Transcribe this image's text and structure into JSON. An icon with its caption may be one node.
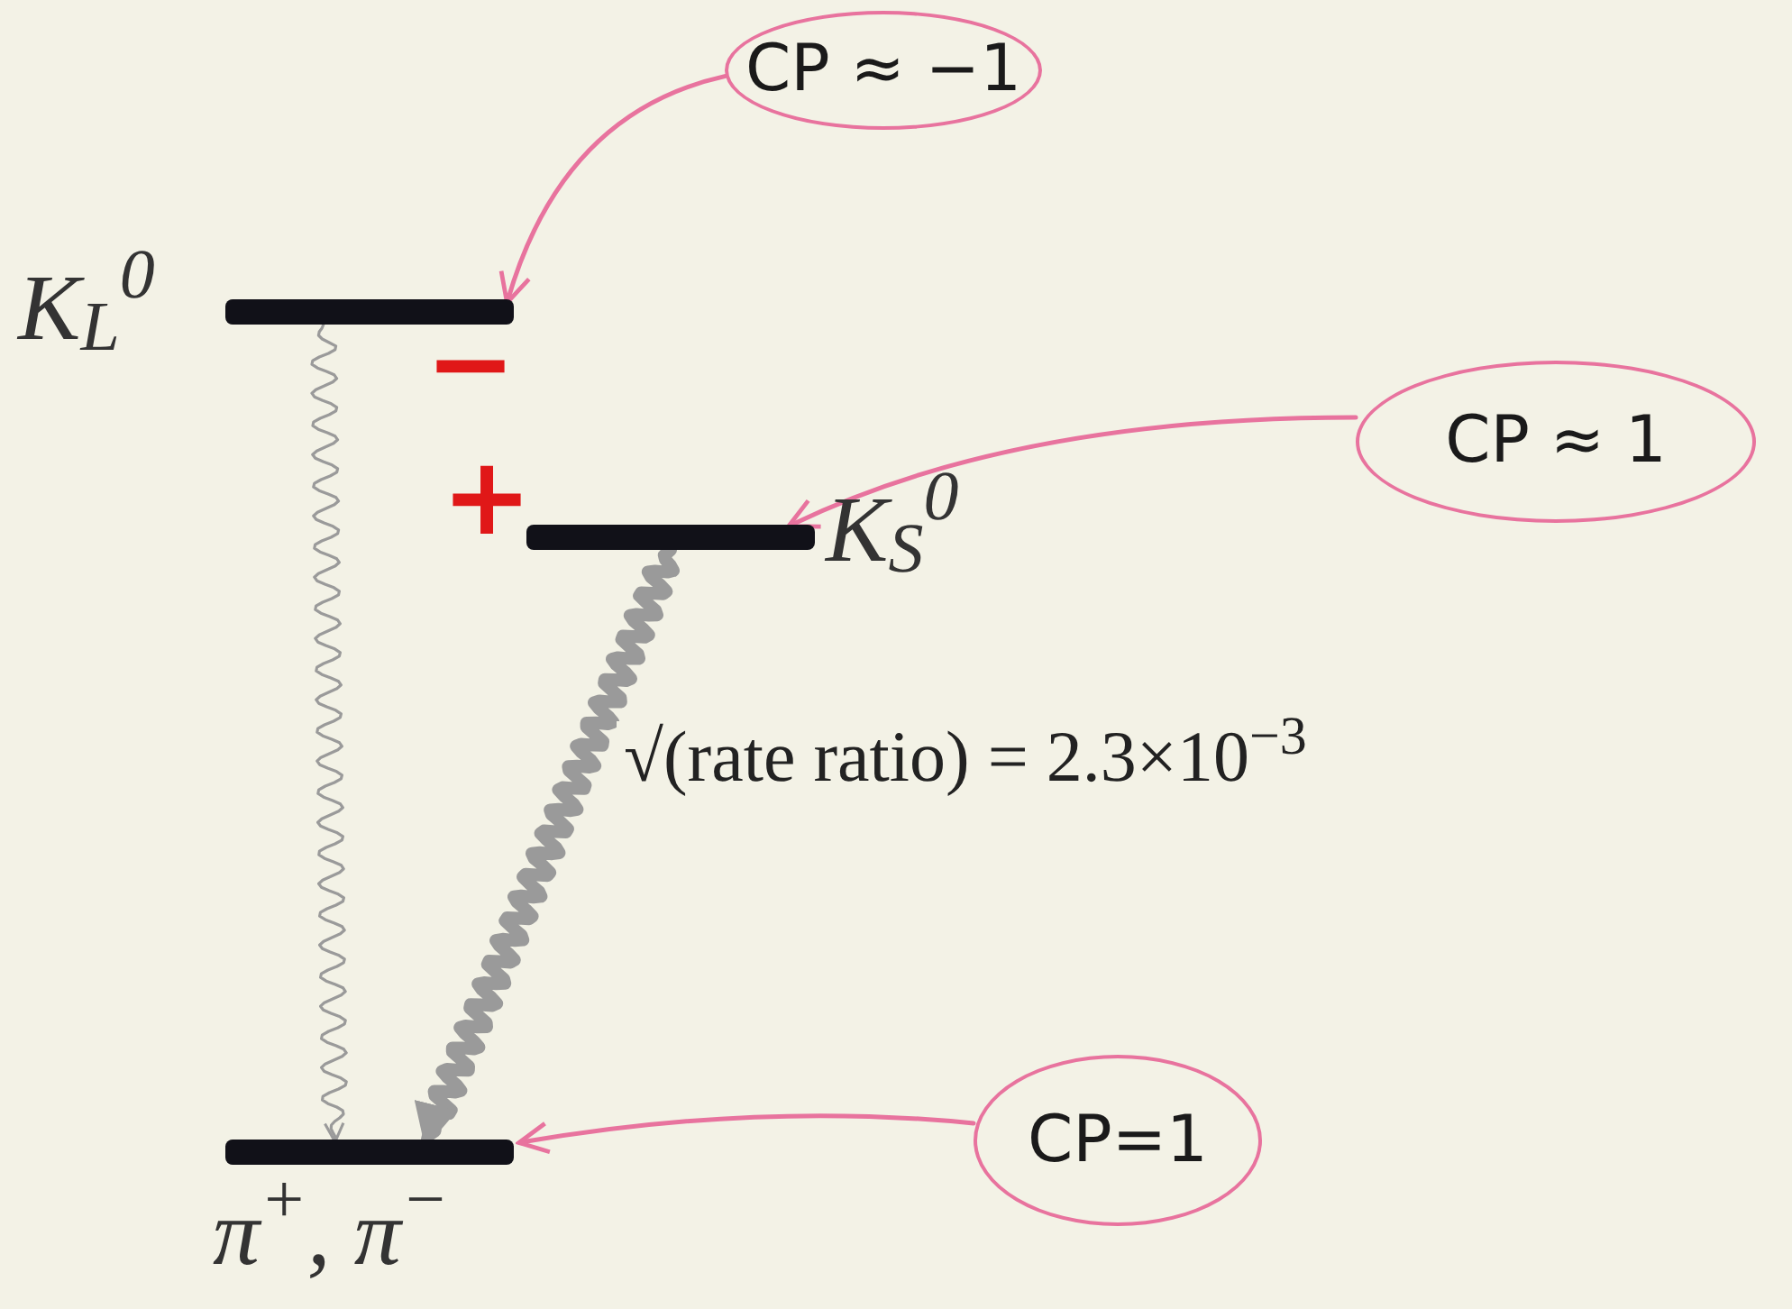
{
  "diagram": {
    "nodes": [
      {
        "text": [],
        "shape": "bar",
        "beside": [
          "K$_{L}$$^{0}$"
        ]
      },
      {
        "text": [],
        "shape": "bar",
        "beside": [
          "K$_{S}$$^{0}$"
        ]
      },
      {
        "text": [],
        "shape": "bar",
        "beside": [
          "π$^{+}$, π$^{−}$"
        ]
      },
      {
        "text": [
          "CP ≈ −1"
        ]
      },
      {
        "text": [
          "CP ≈ 1"
        ]
      },
      {
        "text": [
          "CP=1"
        ]
      }
    ],
    "edges": [
      {
        "from": 3,
        "to": 0,
        "arrow": "to"
      },
      {
        "from": 4,
        "to": 1,
        "arrow": "to"
      },
      {
        "from": 5,
        "to": 2,
        "arrow": "to"
      },
      {
        "from": 0,
        "to": 2,
        "arrow": "to",
        "color": "#9a9a9a"
      },
      {
        "from": 1,
        "to": 2,
        "arrow": "to",
        "style": "thick",
        "color": "#9a9a9a",
        "label": "√(rate ratio) = 2.3×10$^{−3}$"
      }
    ],
    "labels": [
      "−",
      "+"
    ]
  }
}
